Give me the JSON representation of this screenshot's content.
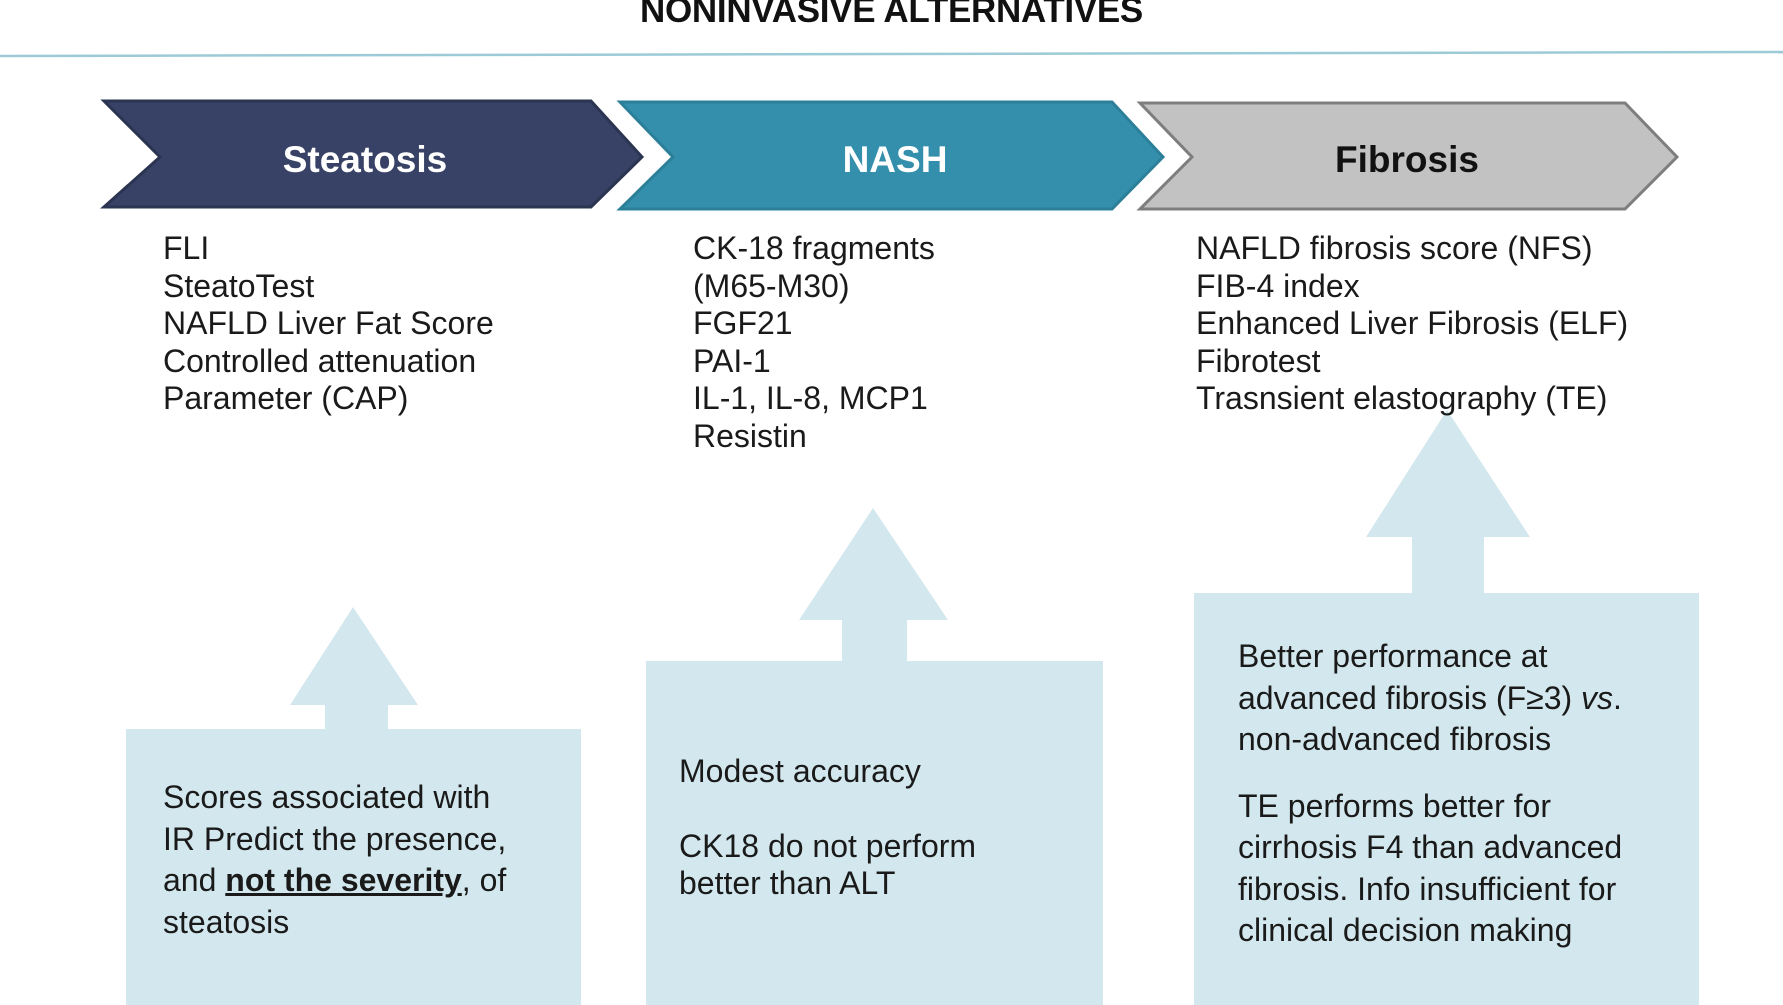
{
  "title": "NONINVASIVE ALTERNATIVES",
  "colors": {
    "steatosis": "#374266",
    "nash": "#338fab",
    "fibrosis": "#c2c2c2",
    "callout_fill": "#d3e8ee",
    "rule": "#9ccad6"
  },
  "stages": [
    {
      "label": "Steatosis",
      "markers": [
        "FLI",
        "SteatoTest",
        "NAFLD Liver Fat Score",
        "Controlled attenuation",
        "Parameter (CAP)"
      ],
      "note": {
        "line1": "Scores associated with",
        "line2": "IR Predict the presence,",
        "line3_pre": "and ",
        "line3_emph": "not the severity",
        "line3_post": ", of",
        "line4": "steatosis"
      }
    },
    {
      "label": "NASH",
      "markers": [
        "CK-18 fragments",
        "(M65-M30)",
        "FGF21",
        "PAI-1",
        "IL-1, IL-8, MCP1",
        "Resistin"
      ],
      "note": {
        "para1": "Modest accuracy",
        "para2_line1": "CK18 do not perform",
        "para2_line2": "better than ALT"
      }
    },
    {
      "label": "Fibrosis",
      "markers": [
        "NAFLD fibrosis score (NFS)",
        "FIB-4 index",
        "Enhanced Liver Fibrosis (ELF)",
        "Fibrotest",
        "Trasnsient elastography (TE)"
      ],
      "note": {
        "p1_line1": "Better performance at",
        "p1_line2_pre": "advanced fibrosis (F≥3) ",
        "p1_line2_em": "vs",
        "p1_line2_post": ".",
        "p1_line3": "non-advanced fibrosis",
        "p2_line1": "TE performs better for",
        "p2_line2": "cirrhosis F4 than advanced",
        "p2_line3": "fibrosis. Info insufficient for",
        "p2_line4": "clinical decision making"
      }
    }
  ]
}
